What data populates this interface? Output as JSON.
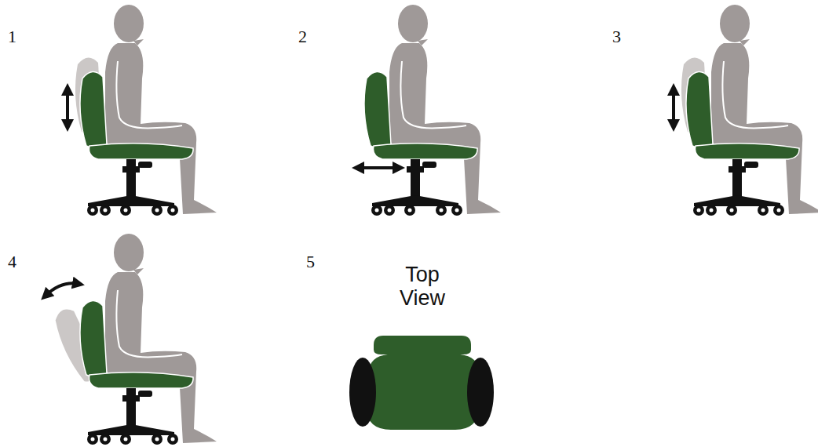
{
  "diagram": {
    "labels": [
      "1",
      "2",
      "3",
      "4",
      "5",
      "Top View"
    ]
  }
}
